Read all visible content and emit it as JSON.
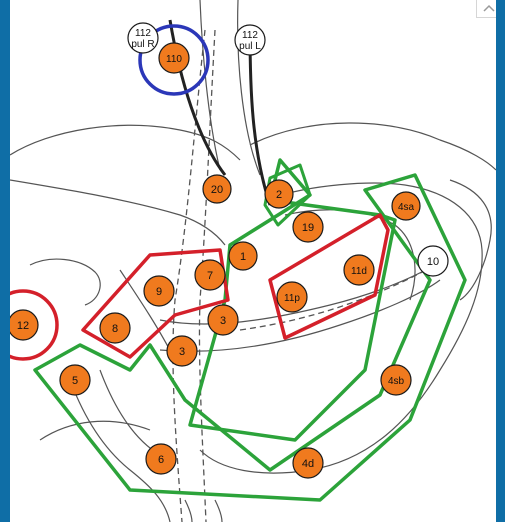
{
  "diagram": {
    "colors": {
      "frame_border": "#0f6ea6",
      "node_fill": "#f07a1e",
      "node_stroke": "#1a1a1a",
      "red_outline": "#d4202a",
      "green_outline": "#2ca33a",
      "blue_outline": "#2b37b8",
      "anatomy_line": "#555555"
    },
    "nodes": [
      {
        "id": "112-pul-r",
        "lines": [
          "112",
          "pul R"
        ],
        "style": "white"
      },
      {
        "id": "112-pul-l",
        "lines": [
          "112",
          "pul L"
        ],
        "style": "white"
      },
      {
        "id": "110",
        "lines": [
          "110"
        ],
        "style": "orange"
      },
      {
        "id": "20",
        "lines": [
          "20"
        ],
        "style": "orange"
      },
      {
        "id": "2",
        "lines": [
          "2"
        ],
        "style": "orange"
      },
      {
        "id": "19",
        "lines": [
          "19"
        ],
        "style": "orange"
      },
      {
        "id": "4sa",
        "lines": [
          "4sa"
        ],
        "style": "orange"
      },
      {
        "id": "10",
        "lines": [
          "10"
        ],
        "style": "white"
      },
      {
        "id": "1",
        "lines": [
          "1"
        ],
        "style": "orange"
      },
      {
        "id": "7",
        "lines": [
          "7"
        ],
        "style": "orange"
      },
      {
        "id": "9",
        "lines": [
          "9"
        ],
        "style": "orange"
      },
      {
        "id": "11d",
        "lines": [
          "11d"
        ],
        "style": "orange"
      },
      {
        "id": "11p",
        "lines": [
          "11p"
        ],
        "style": "orange"
      },
      {
        "id": "12",
        "lines": [
          "12"
        ],
        "style": "orange"
      },
      {
        "id": "8",
        "lines": [
          "8"
        ],
        "style": "orange"
      },
      {
        "id": "3a",
        "lines": [
          "3"
        ],
        "style": "orange"
      },
      {
        "id": "3b",
        "lines": [
          "3"
        ],
        "style": "orange"
      },
      {
        "id": "5",
        "lines": [
          "5"
        ],
        "style": "orange"
      },
      {
        "id": "4sb",
        "lines": [
          "4sb"
        ],
        "style": "orange"
      },
      {
        "id": "6",
        "lines": [
          "6"
        ],
        "style": "orange"
      },
      {
        "id": "4d",
        "lines": [
          "4d"
        ],
        "style": "orange"
      }
    ],
    "scroll_icon": "chevron-up-icon"
  }
}
